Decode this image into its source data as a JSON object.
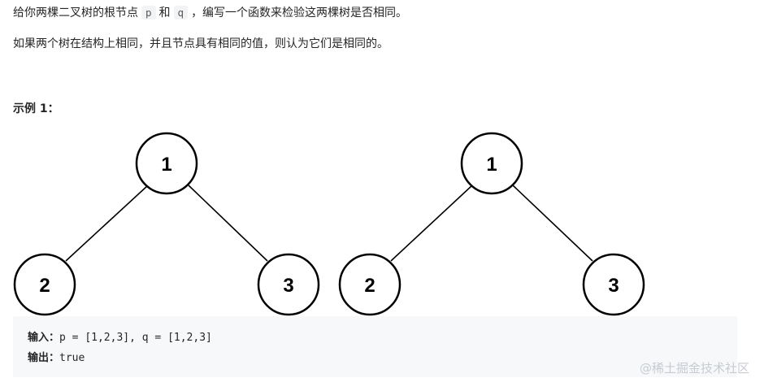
{
  "intro": {
    "line1_before_p": "给你两棵二叉树的根节点",
    "var_p": "p",
    "line1_and": "和",
    "var_q": "q",
    "line1_after_q": "，编写一个函数来检验这两棵树是否相同。",
    "line2": "如果两个树在结构上相同，并且节点具有相同的值，则认为它们是相同的。"
  },
  "example": {
    "title": "示例 1：",
    "trees": [
      {
        "root": "1",
        "left": "2",
        "right": "3"
      },
      {
        "root": "1",
        "left": "2",
        "right": "3"
      }
    ],
    "input_label": "输入：",
    "input_value": "p = [1,2,3], q = [1,2,3]",
    "output_label": "输出：",
    "output_value": "true"
  },
  "watermark": "@稀土掘金技术社区"
}
